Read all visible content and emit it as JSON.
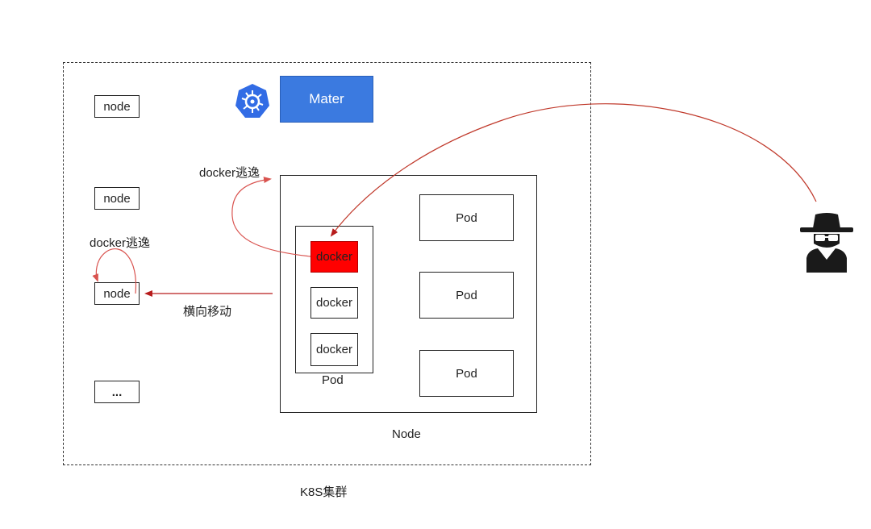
{
  "cluster": {
    "label": "K8S集群"
  },
  "master": {
    "label": "Mater",
    "icon": "kubernetes-icon",
    "color": "#3b7ae0"
  },
  "nodes": [
    {
      "label": "node"
    },
    {
      "label": "node"
    },
    {
      "label": "node"
    },
    {
      "label": "..."
    }
  ],
  "main_node": {
    "label": "Node"
  },
  "pod_main": {
    "label": "Pod"
  },
  "dockers": [
    {
      "label": "docker",
      "compromised": true
    },
    {
      "label": "docker",
      "compromised": false
    },
    {
      "label": "docker",
      "compromised": false
    }
  ],
  "pods": [
    {
      "label": "Pod"
    },
    {
      "label": "Pod"
    },
    {
      "label": "Pod"
    }
  ],
  "annotations": {
    "escape_1": "docker逃逸",
    "escape_2": "docker逃逸",
    "lateral": "横向移动"
  },
  "attacker": {
    "icon": "hacker-icon"
  },
  "colors": {
    "compromised": "#ff0000",
    "attack_line": "#c0392b",
    "escape_line": "#d9534f"
  }
}
